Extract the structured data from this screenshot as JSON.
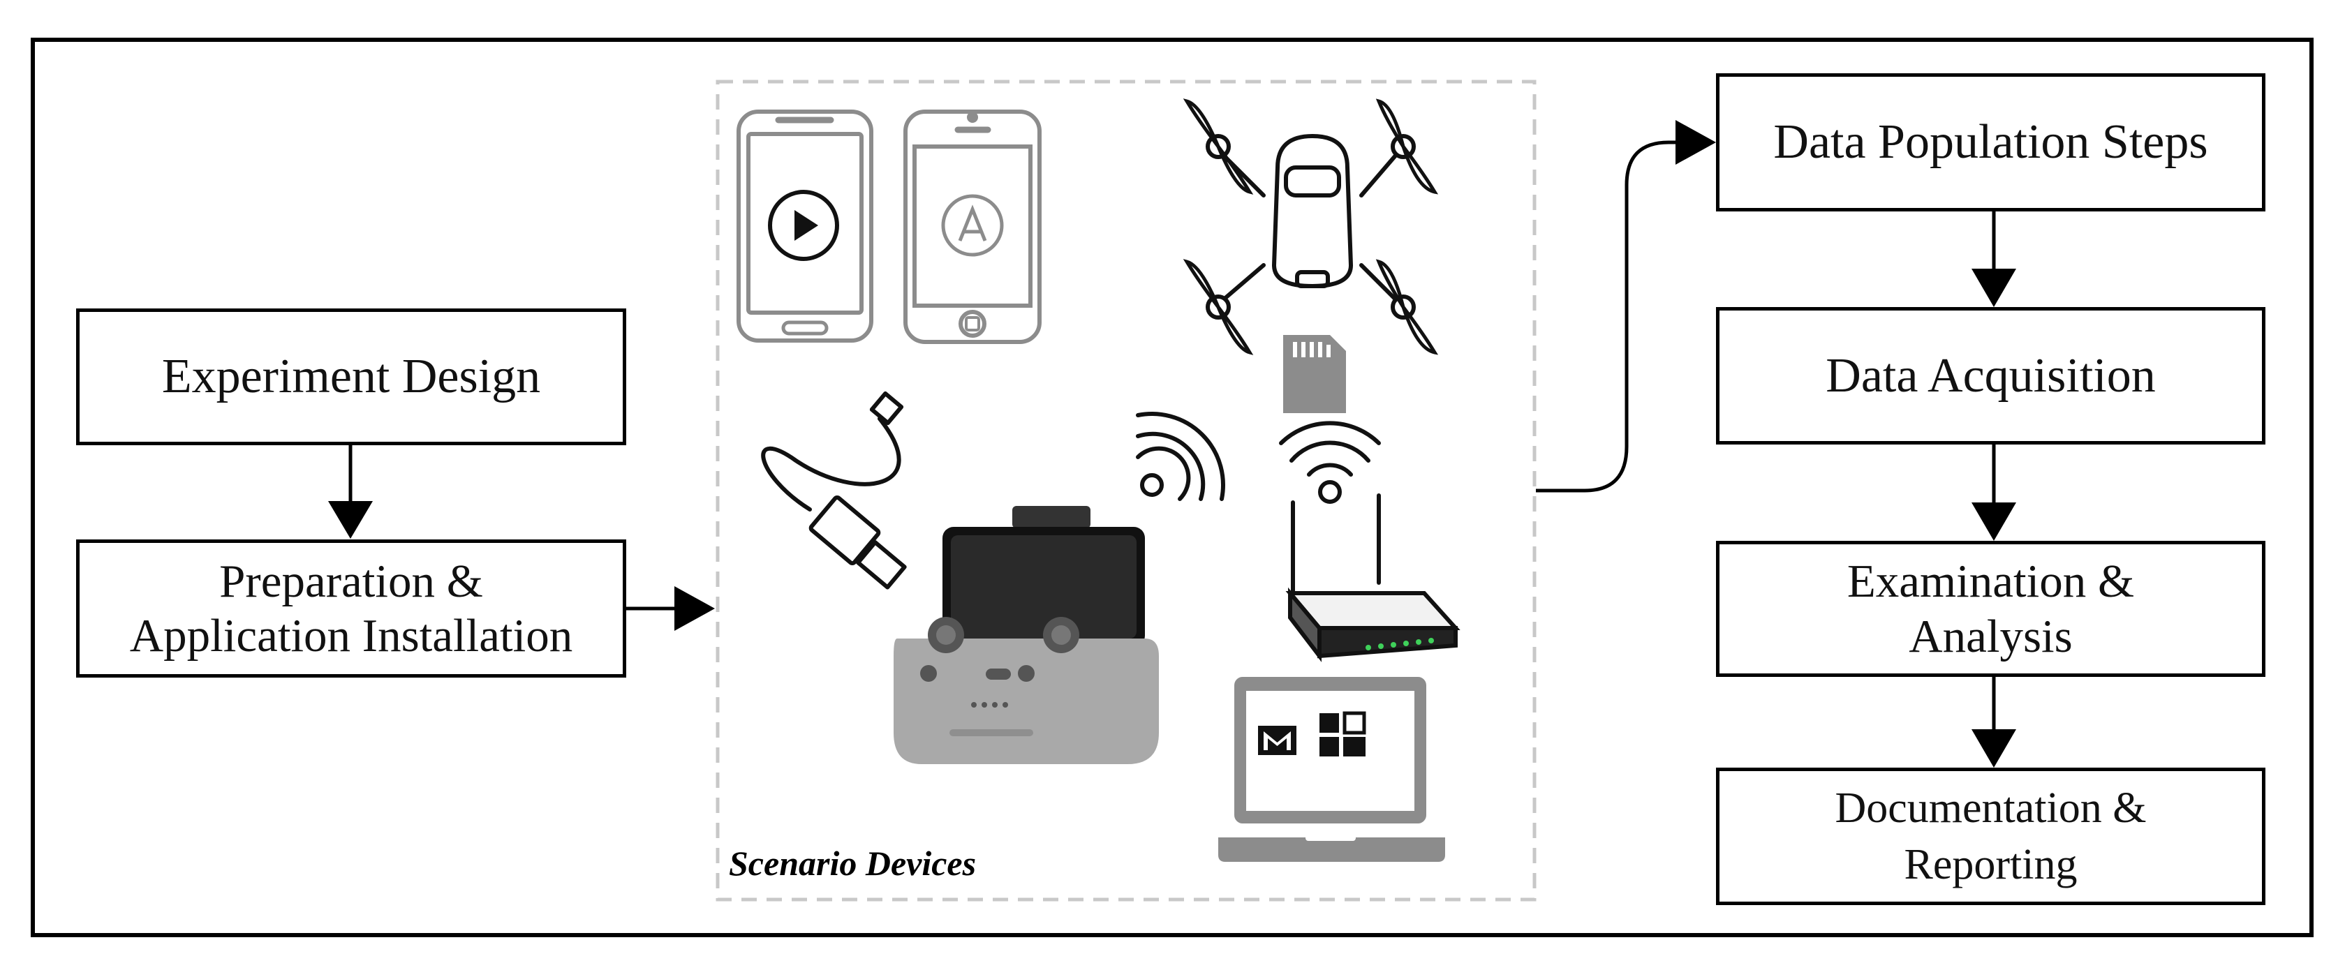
{
  "left_flow": {
    "experiment_design": "Experiment Design",
    "preparation_line1": "Preparation &",
    "preparation_line2": "Application Installation"
  },
  "scenario": {
    "caption": "Scenario Devices",
    "devices": [
      "android-phone-icon",
      "iphone-icon",
      "drone-icon",
      "sd-card-icon",
      "usb-cable-icon",
      "wifi-signal-icon",
      "wifi-signal-icon",
      "remote-controller-icon",
      "wifi-router-icon",
      "laptop-icon"
    ]
  },
  "right_flow": {
    "data_population": "Data Population Steps",
    "data_acquisition": "Data Acquisition",
    "examination_line1": "Examination &",
    "examination_line2": "Analysis",
    "documentation_line1": "Documentation &",
    "documentation_line2": "Reporting"
  },
  "colors": {
    "border": "#000000",
    "dashed_frame": "#c8c8c8",
    "device_gray": "#8c8c8c",
    "controller_gray": "#a9a9a9"
  }
}
